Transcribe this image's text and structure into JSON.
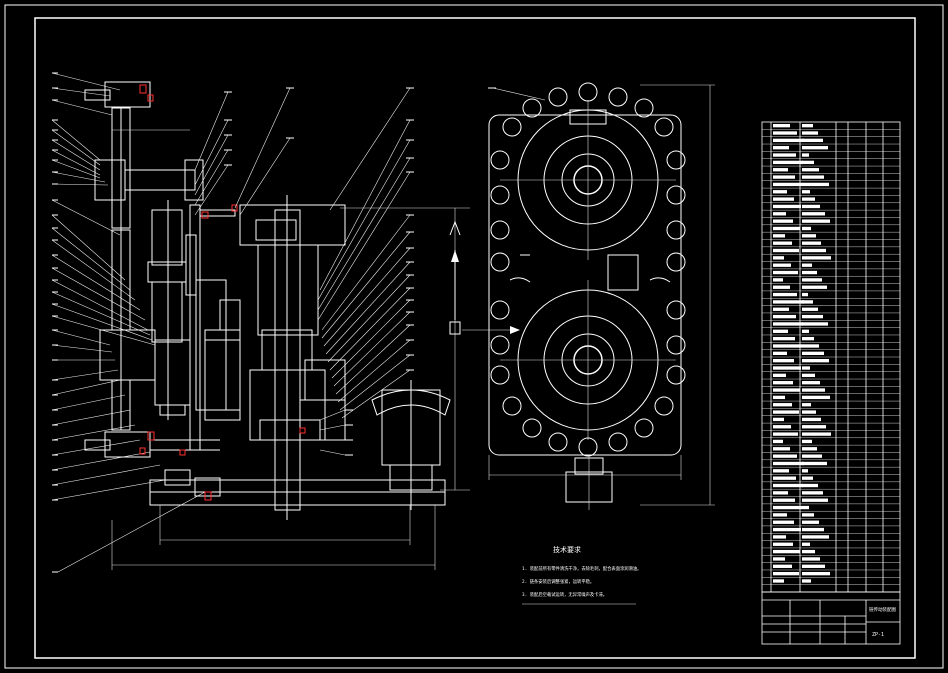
{
  "drawing": {
    "notes_heading": "技术要求",
    "notes": [
      "1. 装配前所有零件清洗干净，去除毛刺，配合表面涂润滑油。",
      "2. 链条安装后调整张紧，运转平稳。",
      "3. 装配后空载试运转，无异常噪声及卡滞。"
    ],
    "title_block": {
      "drawing_name": "链传动装配图",
      "drawing_number": "ZP-1"
    }
  }
}
